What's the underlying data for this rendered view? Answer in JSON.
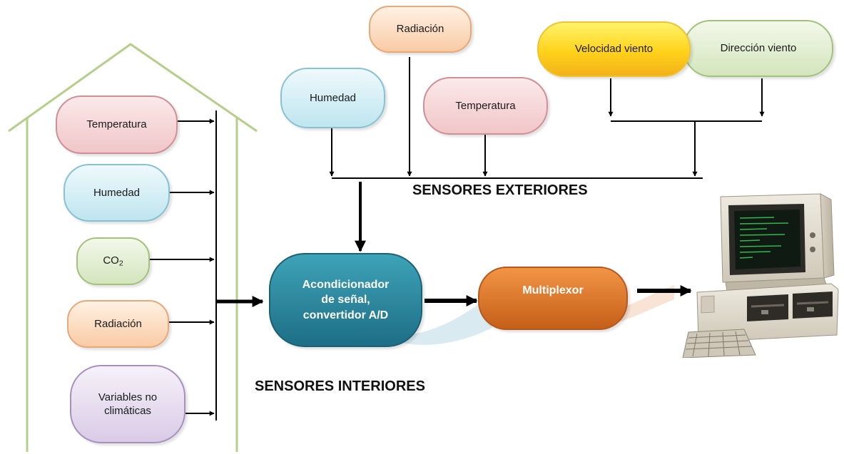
{
  "titles": {
    "exterior": "SENSORES EXTERIORES",
    "interior": "SENSORES INTERIORES"
  },
  "exterior_sensors": {
    "radiacion": "Radiación",
    "humedad": "Humedad",
    "temperatura": "Temperatura",
    "velocidad_viento": "Velocidad viento",
    "direccion_viento": "Dirección viento"
  },
  "interior_sensors": {
    "temperatura": "Temperatura",
    "humedad": "Humedad",
    "co2": {
      "main": "CO",
      "subscript": "2"
    },
    "radiacion": "Radiación",
    "variables_line1": "Variables no",
    "variables_line2": "climáticas"
  },
  "processing": {
    "acondicionador_line1": "Acondicionador",
    "acondicionador_line2": "de señal,",
    "acondicionador_line3": "convertidor A/D",
    "multiplexor": "Multiplexor"
  },
  "colors": {
    "house_outline": "#b5cf8a",
    "connector": "#000000",
    "teal_block": "#1d6e86",
    "orange_block": "#d9701f",
    "velocidad_block": "#ffd21a"
  },
  "icons": {
    "house": "house-outline",
    "computer": "desktop-computer-illustration"
  }
}
